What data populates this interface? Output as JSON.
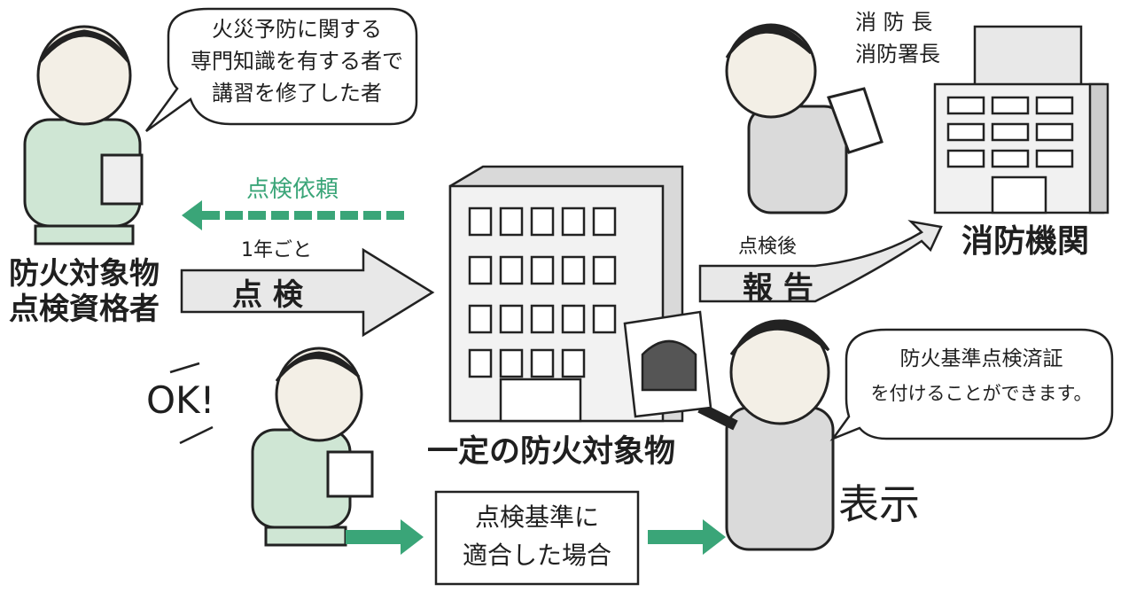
{
  "speech_inspector": [
    "火災予防に関する",
    "専門知識を有する者で",
    "講習を修了した者"
  ],
  "inspector_title": [
    "防火対象物",
    "点検資格者"
  ],
  "request_label": "点検依頼",
  "yearly_label": "1年ごと",
  "inspection_label": "点 検",
  "ok_label": "OK!",
  "building_label": "一定の防火対象物",
  "after_inspection_label": "点検後",
  "report_label": "報 告",
  "fire_chief_titles": [
    "消 防 長",
    "消防署長"
  ],
  "fire_agency_label": "消防機関",
  "speech_owner": [
    "防火基準点検済証",
    "を付けることができます。"
  ],
  "display_label": "表示",
  "criteria_box": [
    "点検基準に",
    "適合した場合"
  ],
  "colors": {
    "accent_green": "#3aa578",
    "uniform_green": "#cfe6d4",
    "suit_gray": "#dadada",
    "line": "#222222"
  }
}
